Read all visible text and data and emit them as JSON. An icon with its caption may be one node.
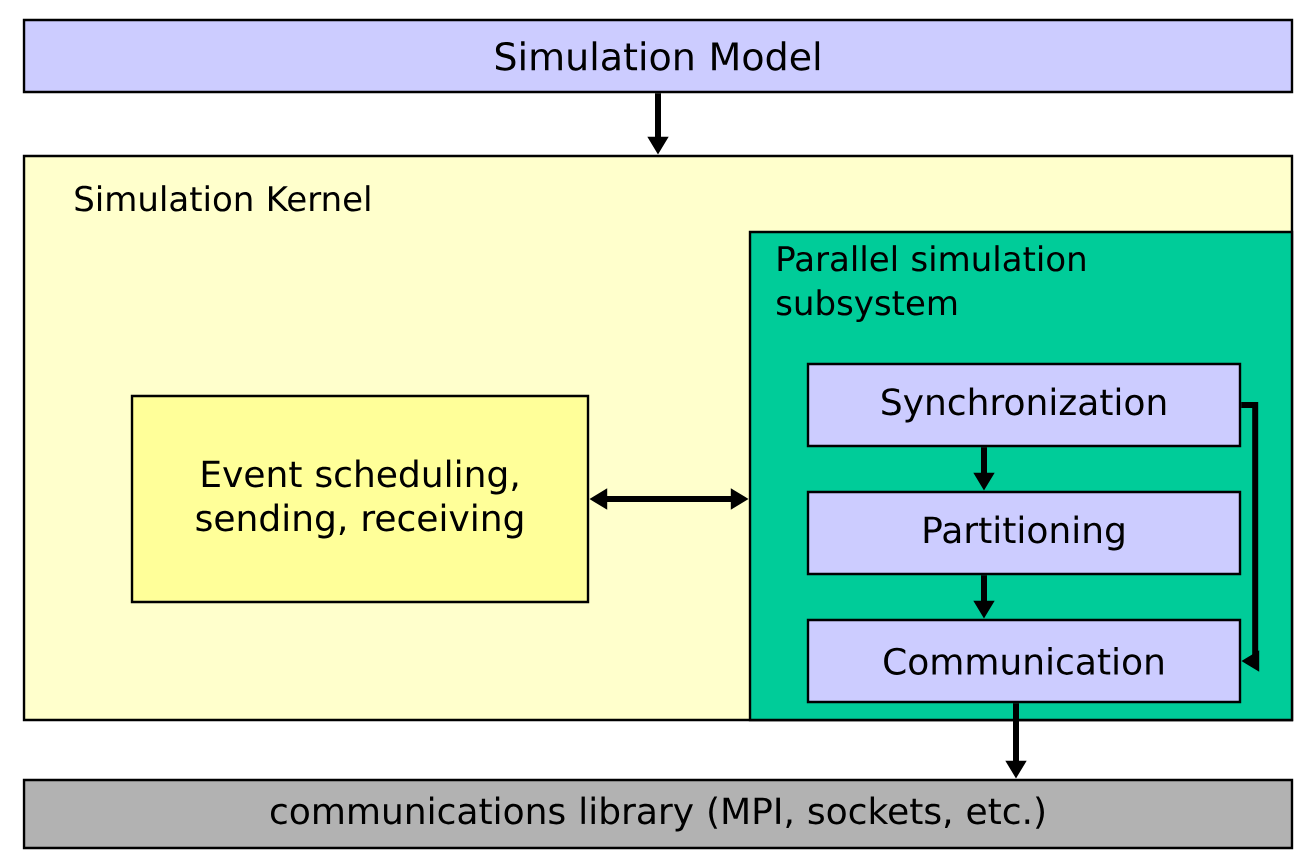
{
  "diagram": {
    "nodes": [
      {
        "text": [
          "Simulation Model"
        ]
      },
      {
        "text": [
          "Simulation Kernel"
        ]
      },
      {
        "text": [
          "Event scheduling, sending, receiving"
        ],
        "in": 1
      },
      {
        "text": [
          "Parallel simulation subsystem"
        ],
        "in": 1
      },
      {
        "text": [
          "Synchronization"
        ],
        "in": 3
      },
      {
        "text": [
          "Partitioning"
        ],
        "in": 3
      },
      {
        "text": [
          "Communication"
        ],
        "in": 3
      },
      {
        "text": [
          "communications library (MPI, sockets, etc.)"
        ]
      }
    ],
    "edges": [
      {
        "from": 0,
        "to": 1,
        "arrow": "to"
      },
      {
        "from": 2,
        "to": 3,
        "arrow": "both"
      },
      {
        "from": 4,
        "to": 5,
        "arrow": "to"
      },
      {
        "from": 5,
        "to": 6,
        "arrow": "to"
      },
      {
        "from": 4,
        "to": 6,
        "arrow": "to"
      },
      {
        "from": 6,
        "to": 7,
        "arrow": "to"
      }
    ]
  }
}
